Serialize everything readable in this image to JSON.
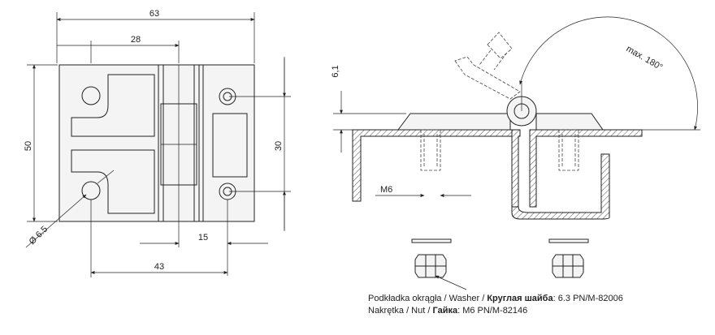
{
  "dimensions": {
    "overall_width": "63",
    "leaf_width": "28",
    "height": "50",
    "hole_pitch": "30",
    "hole_diameter": "Ø 6.5",
    "hole_offset": "15",
    "hole_distance": "43",
    "thread": "M6",
    "rise": "6,1",
    "max_angle": "max. 180°"
  },
  "notes": {
    "washer_prefix": "Podkładka okrągła / Washer / ",
    "washer_ru": "Круглая шайба",
    "washer_suffix": ":   6.3 PN/M-82006",
    "nut_prefix": "Nakrętka / Nut / ",
    "nut_ru": "Гайка",
    "nut_suffix": ":   M6 PN/M-82146"
  }
}
